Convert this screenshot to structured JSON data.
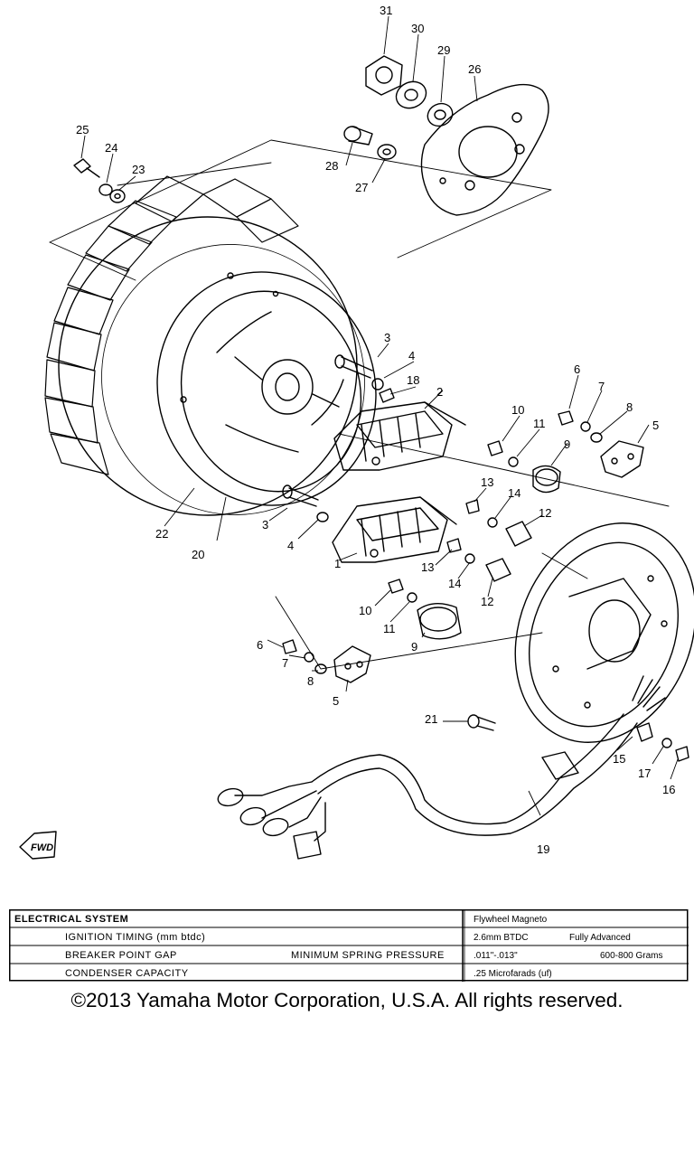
{
  "callouts": [
    "1",
    "2",
    "3",
    "4",
    "5",
    "6",
    "7",
    "8",
    "9",
    "10",
    "11",
    "12",
    "13",
    "14",
    "15",
    "16",
    "17",
    "18",
    "19",
    "20",
    "21",
    "22",
    "23",
    "24",
    "25",
    "26",
    "27",
    "28",
    "29",
    "30",
    "31"
  ],
  "fwd_label": "FWD",
  "table": {
    "header": "ELECTRICAL SYSTEM",
    "rows": [
      {
        "label": "IGNITION TIMING (mm btdc)",
        "sublabel": "",
        "value": "2.6mm BTDC",
        "value2": "Fully Advanced"
      },
      {
        "label": "BREAKER POINT GAP",
        "sublabel": "MINIMUM SPRING PRESSURE",
        "value": ".011\"-.013\"",
        "value2": "600-800 Grams"
      },
      {
        "label": "CONDENSER CAPACITY",
        "sublabel": "",
        "value": ".25 Microfarads (uf)",
        "value2": ""
      }
    ],
    "header_value": "Flywheel Magneto"
  },
  "copyright": "©2013 Yamaha Motor Corporation, U.S.A. All rights reserved."
}
